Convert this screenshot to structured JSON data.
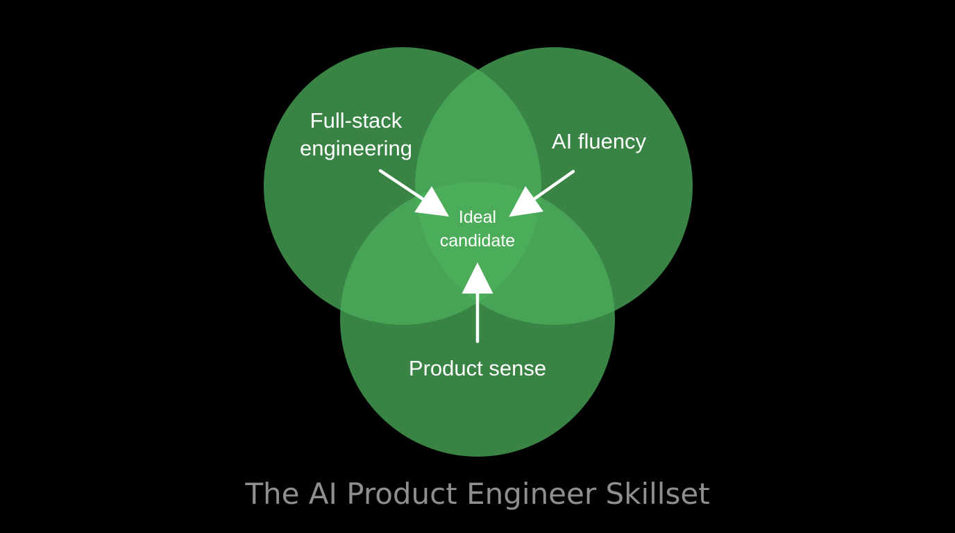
{
  "colors": {
    "background": "#000000",
    "circle_fill": "#4caf5c",
    "arrow": "#ffffff",
    "label": "#ffffff",
    "caption": "#8f8f8f"
  },
  "circles": {
    "full_stack": {
      "label_line1": "Full-stack",
      "label_line2": "engineering"
    },
    "ai_fluency": {
      "label": "AI fluency"
    },
    "product_sense": {
      "label": "Product sense"
    }
  },
  "center": {
    "label_line1": "Ideal",
    "label_line2": "candidate"
  },
  "caption": "The AI Product Engineer Skillset"
}
